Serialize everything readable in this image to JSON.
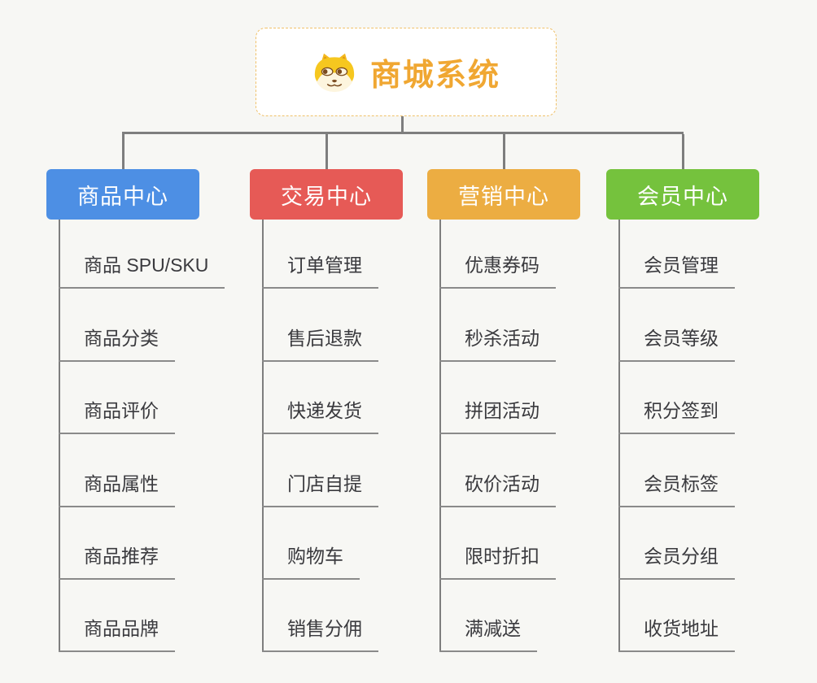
{
  "root": {
    "title": "商城系统",
    "text_color": "#F0A732",
    "border_color": "#F0C169",
    "icon": "doge-icon"
  },
  "connector_color": "#7E7E7E",
  "background_color": "#F7F7F4",
  "branches": [
    {
      "title": "商品中心",
      "color": "#4D8FE4",
      "items": [
        "商品 SPU/SKU",
        "商品分类",
        "商品评价",
        "商品属性",
        "商品推荐",
        "商品品牌"
      ]
    },
    {
      "title": "交易中心",
      "color": "#E65A56",
      "items": [
        "订单管理",
        "售后退款",
        "快递发货",
        "门店自提",
        "购物车",
        "销售分佣"
      ]
    },
    {
      "title": "营销中心",
      "color": "#ECAD42",
      "items": [
        "优惠券码",
        "秒杀活动",
        "拼团活动",
        "砍价活动",
        "限时折扣",
        "满减送"
      ]
    },
    {
      "title": "会员中心",
      "color": "#75C23D",
      "items": [
        "会员管理",
        "会员等级",
        "积分签到",
        "会员标签",
        "会员分组",
        "收货地址"
      ]
    }
  ]
}
